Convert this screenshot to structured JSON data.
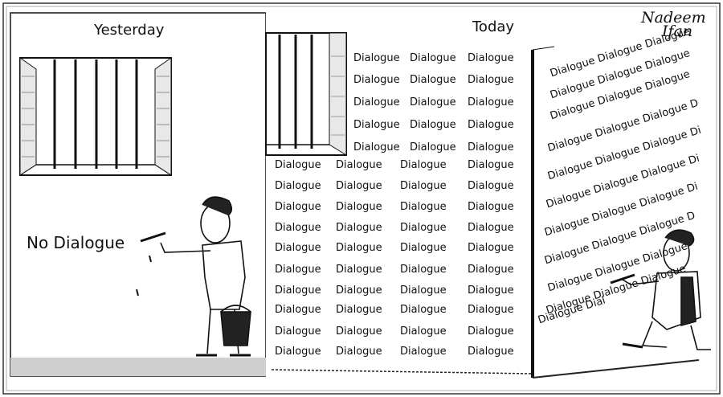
{
  "panels": {
    "left_title": "Yesterday",
    "right_title": "Today"
  },
  "left_wall": {
    "graffiti": "No Dialogue"
  },
  "right_wall": {
    "repeated_word": "Dialogue",
    "front_rows_top": [
      [
        "Dialogue",
        "Dialogue",
        "Dialogue"
      ],
      [
        "Dialogue",
        "Dialogue",
        "Dialogue"
      ],
      [
        "Dialogue",
        "Dialogue",
        "Dialogue"
      ],
      [
        "Dialogue",
        "Dialogue",
        "Dialogue"
      ],
      [
        "Dialogue",
        "Dialogue",
        "Dialogue"
      ]
    ],
    "front_rows_full": [
      [
        "Dialogue",
        "Dialogue",
        "Dialogue",
        "Dialogue"
      ],
      [
        "Dialogue",
        "Dialogue",
        "Dialogue",
        "Dialogue"
      ],
      [
        "Dialogue",
        "Dialogue",
        "Dialogue",
        "Dialogue"
      ],
      [
        "Dialogue",
        "Dialogue",
        "Dialogue",
        "Dialogue"
      ],
      [
        "Dialogue",
        "Dialogue",
        "Dialogue",
        "Dialogue"
      ],
      [
        "Dialogue",
        "Dialogue",
        "Dialogue",
        "Dialogue"
      ],
      [
        "Dialogue",
        "Dialogue",
        "Dialogue",
        "Dialogue"
      ],
      [
        "Dialogue",
        "Dialogue",
        "Dialogue",
        "Dialogue"
      ],
      [
        "Dialogue",
        "Dialogue",
        "Dialogue",
        "Dialogue"
      ],
      [
        "Dialogue",
        "Dialogue",
        "Dialogue",
        "Dialogue"
      ]
    ],
    "side_rows": [
      "Dialogue  Dialogue  Dialogue",
      "Dialogue   Dialogue   Dialogue",
      "Dialogue   Dialogue   Dialogue",
      "Dialogue  Dialogue  Dialogue D",
      "Dialogue Dialogue Dialogue Di",
      "Dialogue Dialogue Dialogue Di",
      "Dialogue Dialogue Dialogue Di",
      "Dialogue Dialogue Dialogue D",
      "Dialogue Dialogue Dialogue",
      "Dialogue Dialogue Dialogue",
      "Dialogue Dial"
    ]
  },
  "signature": {
    "line1": "Nadeem",
    "line2": "Ifan"
  }
}
